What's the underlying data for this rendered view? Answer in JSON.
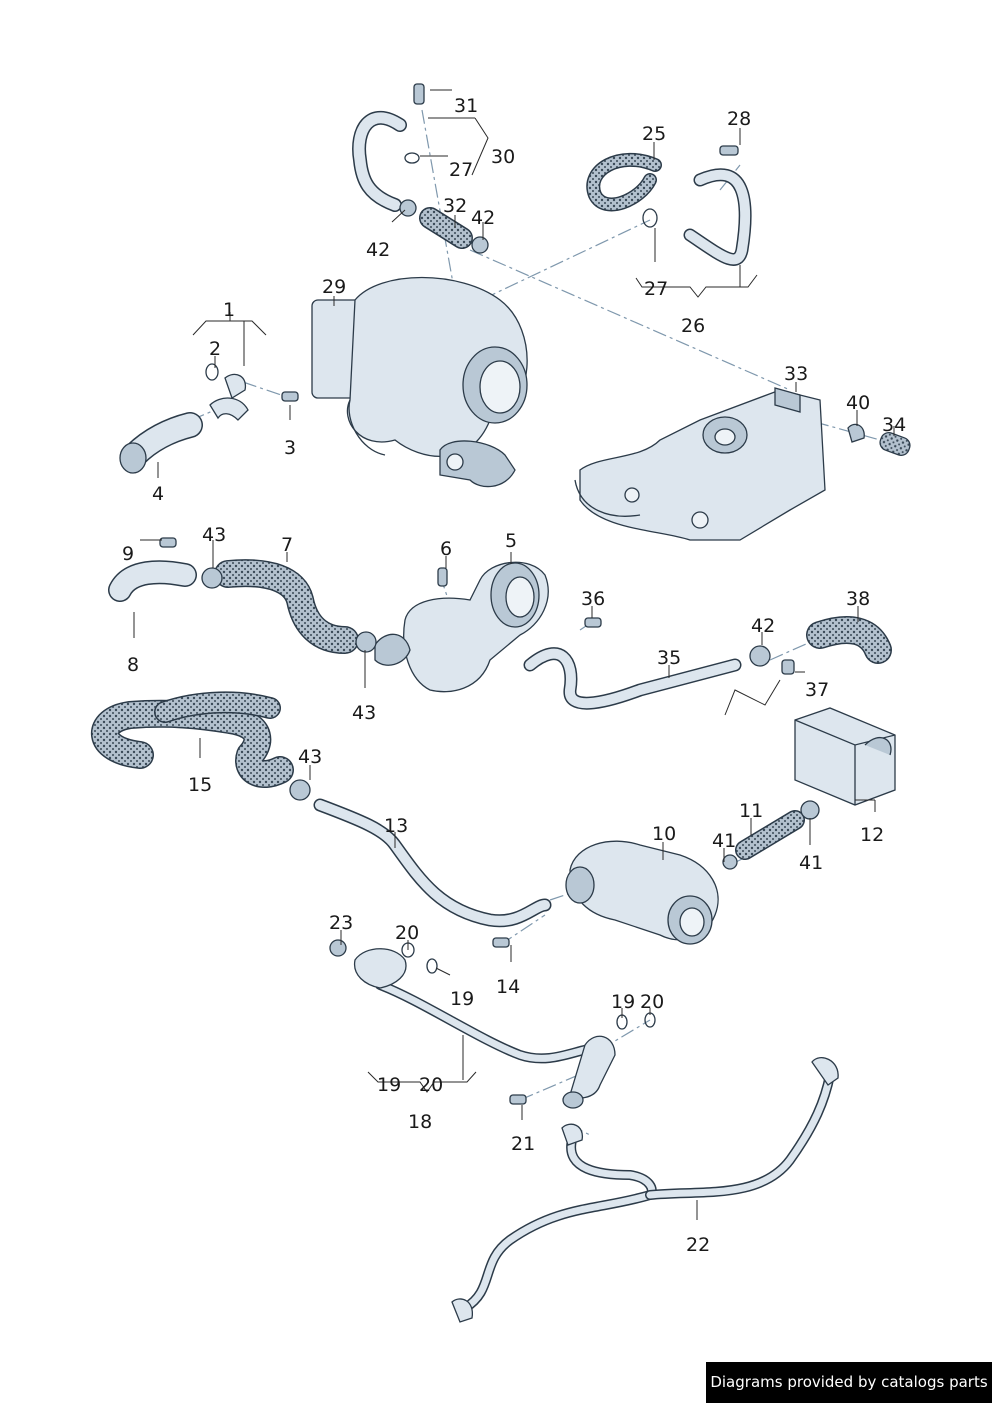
{
  "labels": {
    "1": "1",
    "2": "2",
    "3": "3",
    "4": "4",
    "5": "5",
    "6": "6",
    "7": "7",
    "8": "8",
    "9": "9",
    "10": "10",
    "11": "11",
    "12": "12",
    "13": "13",
    "14": "14",
    "15": "15",
    "18": "18",
    "19": "19",
    "20": "20",
    "21": "21",
    "22": "22",
    "23": "23",
    "25": "25",
    "26": "26",
    "27": "27",
    "28": "28",
    "29": "29",
    "30": "30",
    "31": "31",
    "32": "32",
    "33": "33",
    "34": "34",
    "35": "35",
    "36": "36",
    "37": "37",
    "38": "38",
    "40": "40",
    "41": "41",
    "42": "42",
    "43": "43"
  },
  "credit": "Diagrams provided by catalogs parts",
  "colors": {
    "part_fill": "#dde6ee",
    "part_shade": "#b9c8d5",
    "outline": "#2c3b49",
    "dash_line": "#7f98ad",
    "credit_bg": "#000000",
    "credit_text": "#ffffff"
  }
}
